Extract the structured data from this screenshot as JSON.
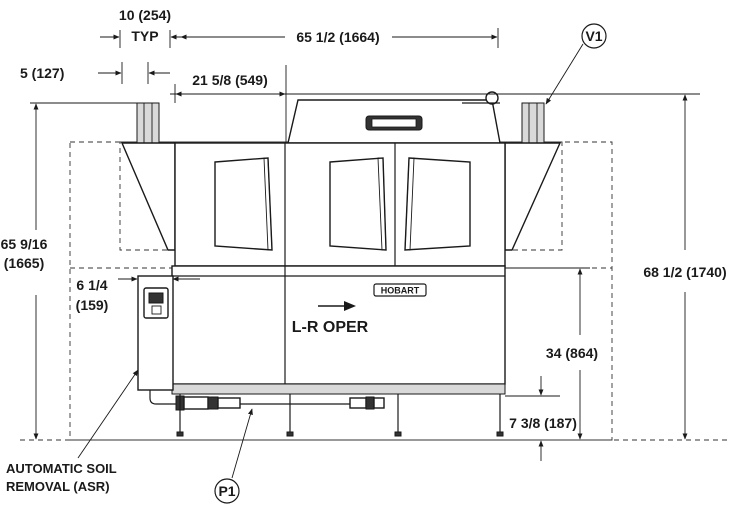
{
  "labels": {
    "typ_width": "10 (254)",
    "typ": "TYP",
    "overall_width": "65 1/2 (1664)",
    "vent_callout": "V1",
    "offset_small": "5 (127)",
    "hood_width": "21 5/8 (549)",
    "left_height_line1": "65 9/16",
    "left_height_line2": "(1665)",
    "asr_offset_line1": "6 1/4",
    "asr_offset_line2": "(159)",
    "total_height": "68 1/2 (1740)",
    "direction": "L-R OPER",
    "table_height": "34 (864)",
    "foot_height": "7 3/8 (187)",
    "asr_note_line1": "AUTOMATIC SOIL",
    "asr_note_line2": "REMOVAL (ASR)",
    "plumbing_callout": "P1",
    "brand": "HOBART"
  }
}
